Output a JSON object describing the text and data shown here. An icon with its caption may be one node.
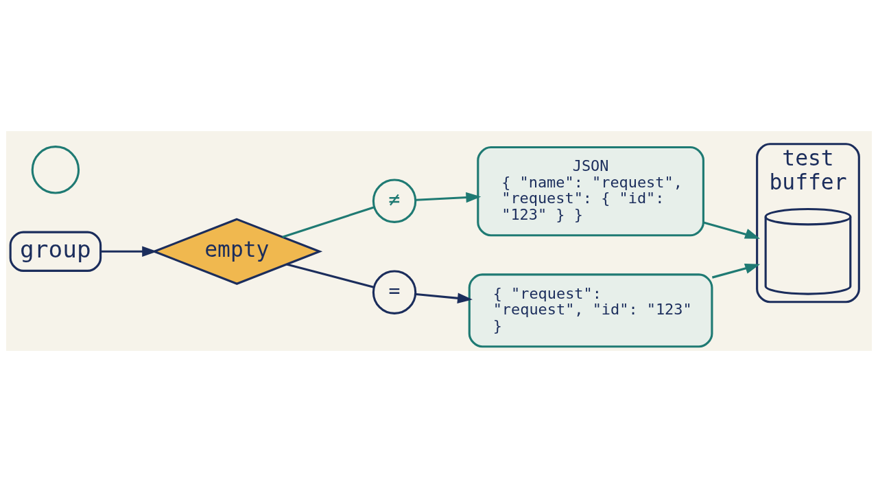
{
  "diagram": {
    "nodes": [
      {
        "text": [
          "group"
        ]
      },
      {
        "text": [
          "empty"
        ]
      },
      {
        "text": [
          "≠"
        ]
      },
      {
        "text": [
          "="
        ]
      },
      {
        "text": [
          "JSON",
          "{ \"name\": \"request\", \"request\": { \"id\": \"123\" } }"
        ]
      },
      {
        "text": [
          "{ \"request\": \"request\", \"id\": \"123\" }"
        ]
      },
      {
        "text": [
          "test",
          "buffer"
        ]
      },
      {
        "text": [],
        "shape": "cylinder",
        "in": 6
      },
      {
        "text": [],
        "shape": "circle"
      }
    ],
    "edges": [
      {
        "from": 0,
        "to": 1,
        "arrow": "to",
        "color": "#1b2d5c"
      },
      {
        "from": 1,
        "to": 2,
        "arrow": "none"
      },
      {
        "from": 2,
        "to": 4,
        "arrow": "to"
      },
      {
        "from": 1,
        "to": 3,
        "arrow": "none",
        "color": "#1b2d5c"
      },
      {
        "from": 3,
        "to": 5,
        "arrow": "to",
        "color": "#1b2d5c"
      },
      {
        "from": 4,
        "to": 6,
        "arrow": "to"
      },
      {
        "from": 5,
        "to": 6,
        "arrow": "to"
      }
    ]
  }
}
